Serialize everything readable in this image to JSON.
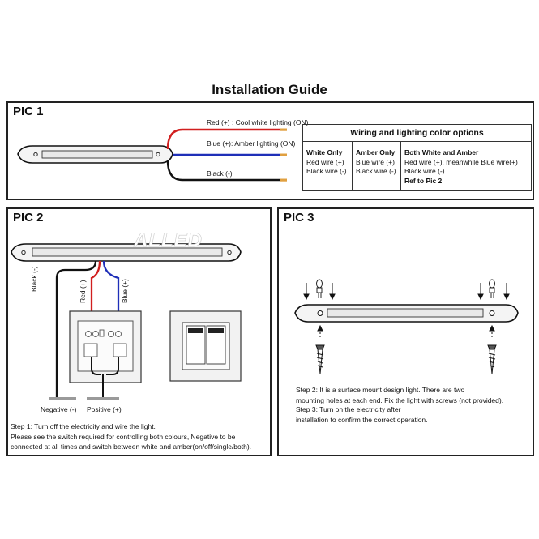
{
  "title": "Installation Guide",
  "pic1": {
    "label": "PIC 1",
    "red_wire_label": "Red (+) : Cool white lighting (ON)",
    "blue_wire_label": "Blue (+): Amber lighting (ON)",
    "black_wire_label": "Black (-)",
    "table": {
      "heading": "Wiring and lighting color options",
      "columns": [
        {
          "header": "White Only",
          "lines": [
            "Red wire (+)",
            "Black wire (-)"
          ]
        },
        {
          "header": "Amber Only",
          "lines": [
            "Blue wire (+)",
            "Black wire (-)"
          ]
        },
        {
          "header": "Both White and Amber",
          "lines": [
            "Red wire (+), meanwhile Blue wire(+)",
            "Black  wire (-)"
          ],
          "note": "Ref to Pic 2"
        }
      ]
    }
  },
  "pic2": {
    "label": "PIC 2",
    "black_label": "Black (-)",
    "red_label": "Red (+)",
    "blue_label": "Blue (+)",
    "negative_label": "Negative (-)",
    "positive_label": "Positive (+)",
    "step1": [
      "Step 1: Turn off the electricity and wire the light.",
      "Please see the switch required for controlling both colours, Negative to be",
      "connected at all times and switch between white and amber(on/off/single/both)."
    ]
  },
  "pic3": {
    "label": "PIC 3",
    "step2": [
      "Step 2:  It is a surface mount design light. There are two",
      "mounting holes at each end. Fix the light with screws (not provided)."
    ],
    "step3": [
      "Step 3: Turn on the electricity after",
      "installation to confirm the correct operation."
    ]
  },
  "watermark": "ALLED",
  "colors": {
    "red_wire": "#d11f1f",
    "blue_wire": "#1f2fb8",
    "black_wire": "#111111",
    "lens": "#ececec"
  }
}
